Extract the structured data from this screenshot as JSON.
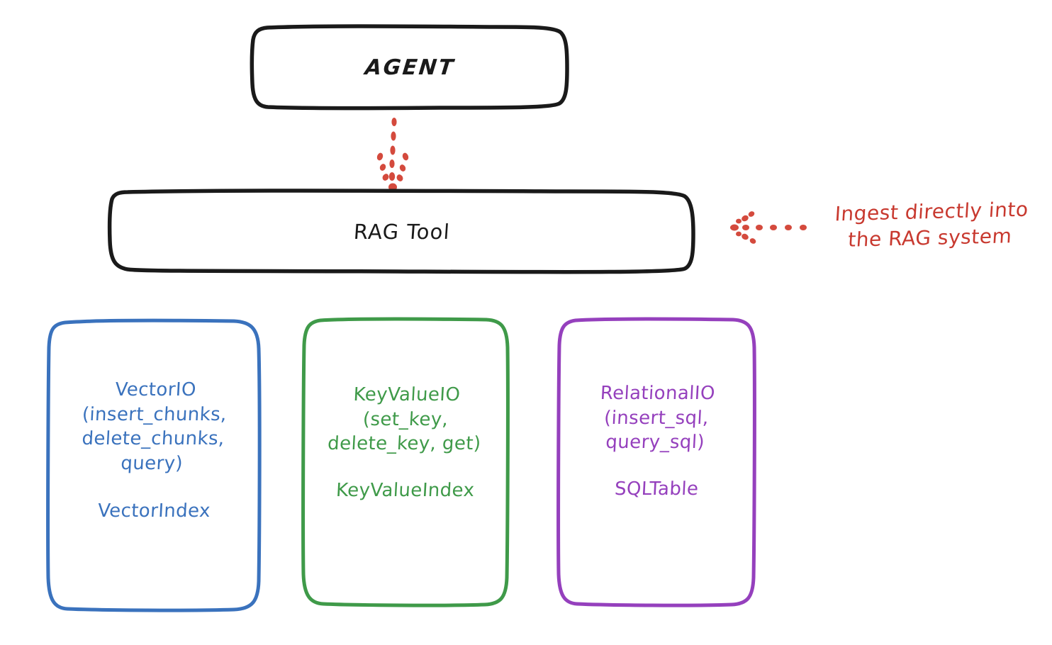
{
  "diagram": {
    "title_node": {
      "label": "AGENT"
    },
    "tool_node": {
      "label": "RAG Tool"
    },
    "stores": [
      {
        "id": "vector",
        "signature": "VectorIO\n(insert_chunks,\ndelete_chunks,\nquery)",
        "index": "VectorIndex",
        "color": "#3a72bd"
      },
      {
        "id": "keyvalue",
        "signature": "KeyValueIO\n(set_key,\ndelete_key, get)",
        "index": "KeyValueIndex",
        "color": "#3f9a49"
      },
      {
        "id": "relational",
        "signature": "RelationalIO\n(insert_sql,\nquery_sql)",
        "index": "SQLTable",
        "color": "#9540bd"
      }
    ],
    "annotation": {
      "text": "Ingest directly into\nthe RAG system",
      "color": "#c8392f"
    },
    "connectors": [
      {
        "name": "agent-to-ragtool",
        "style": "dotted-arrow-down",
        "color": "#d44a3d"
      },
      {
        "name": "annotation-to-ragtool",
        "style": "dotted-arrow-left",
        "color": "#d44a3d"
      }
    ],
    "stroke_color": "#1a1a1a",
    "background": "#ffffff"
  }
}
